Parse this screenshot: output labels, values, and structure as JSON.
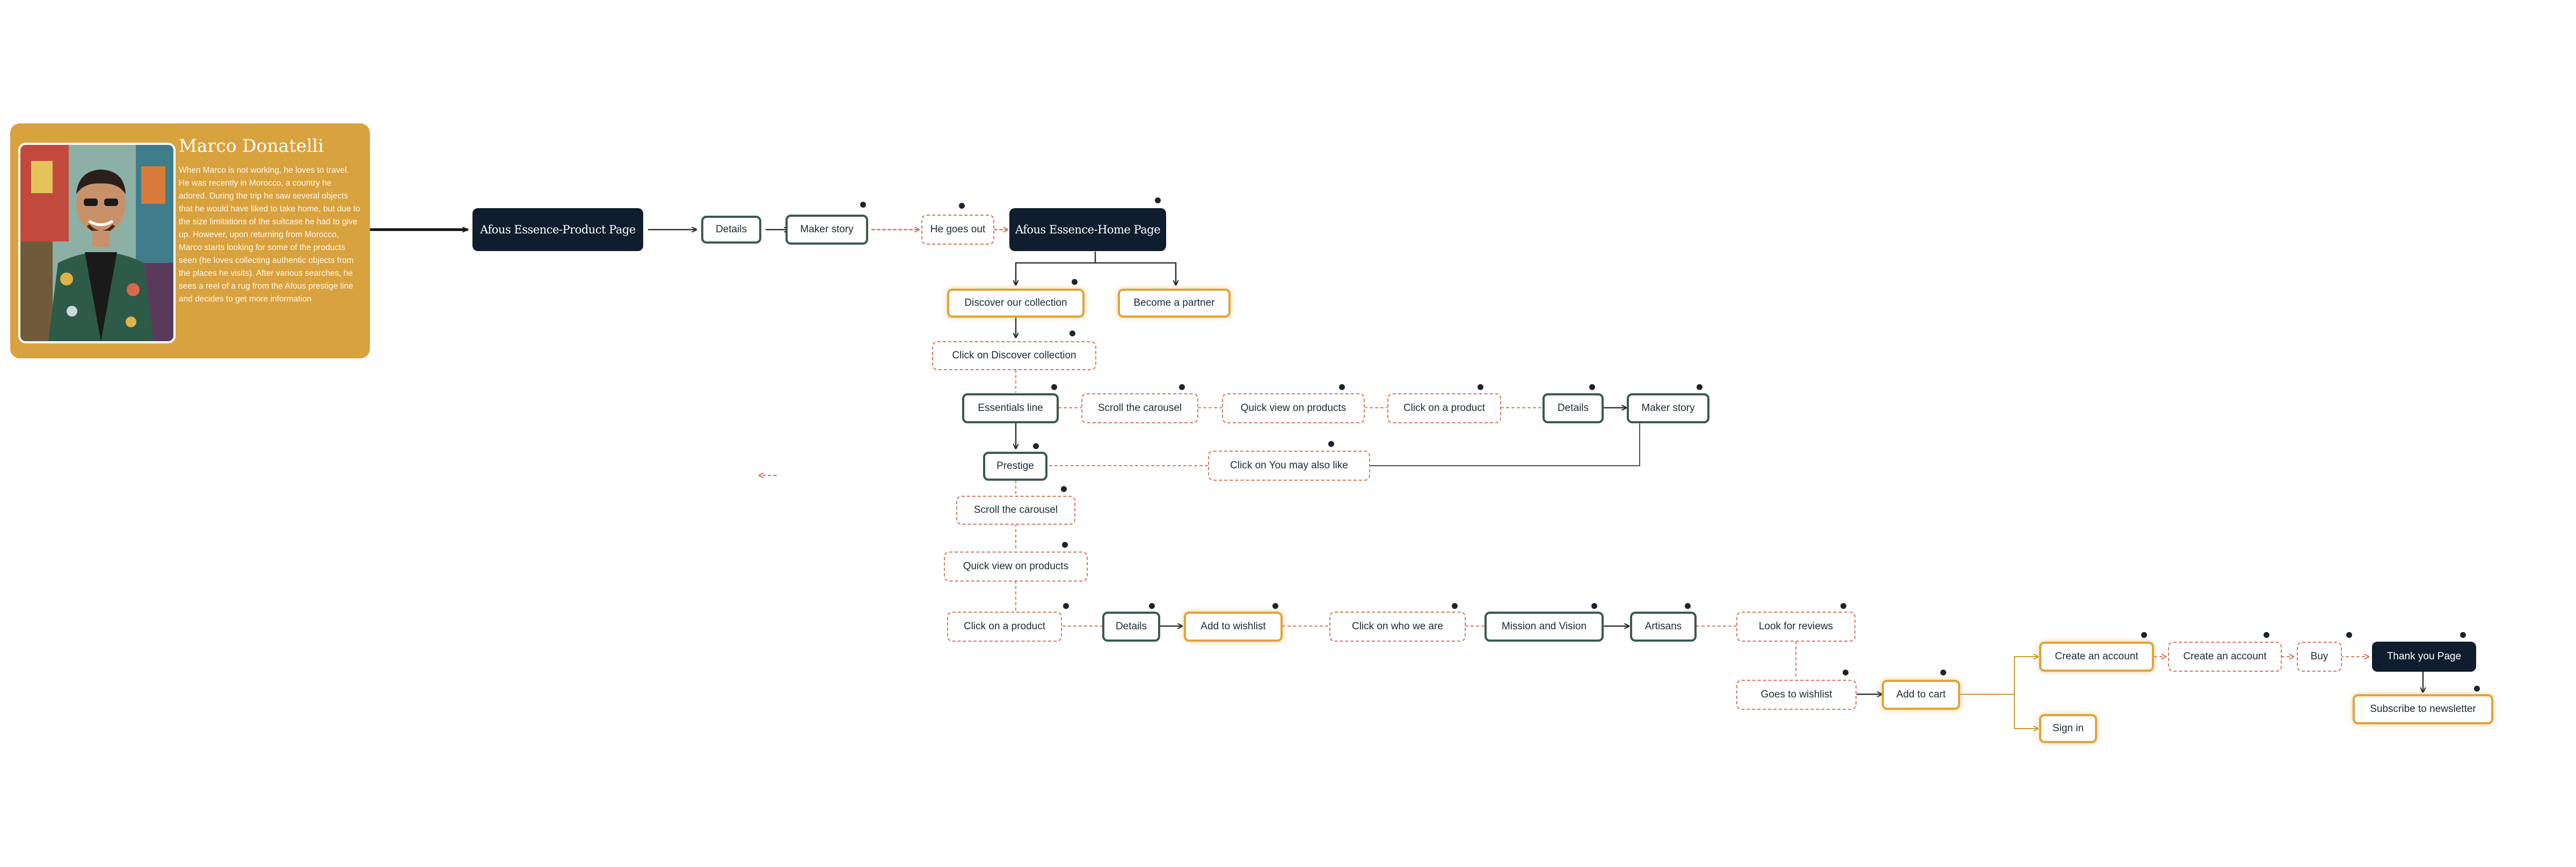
{
  "persona": {
    "name": "Marco Donatelli",
    "bio": "When Marco is not working, he loves to travel. He was recently in Morocco, a country he adored. During the trip he saw several objects that he would have liked to take home, but due to the size limitations of the suitcase he had to give up. However, upon returning from Morocco, Marco starts looking for some of the products seen (he loves collecting authentic objects from the places he visits). After various searches, he sees a reel of a rug from the Afous prestige line and decides to get more information"
  },
  "nodes": {
    "product_page": "Afous Essence-Product Page",
    "details_1": "Details",
    "maker_story_1": "Maker story",
    "he_goes_out": "He goes out",
    "home_page": "Afous Essence-Home Page",
    "discover_collection": "Discover our collection",
    "become_partner": "Become a partner",
    "click_discover": "Click on Discover collection",
    "essentials_line": "Essentials line",
    "scroll_carousel_1": "Scroll the carousel",
    "quick_view_1": "Quick view on products",
    "click_product_1": "Click on a product",
    "details_2": "Details",
    "maker_story_2": "Maker story",
    "prestige": "Prestige",
    "click_you_may_like": "Click on You may also like",
    "scroll_carousel_2": "Scroll the carousel",
    "quick_view_2": "Quick view on products",
    "click_product_2": "Click on a product",
    "details_3": "Details",
    "add_to_wishlist": "Add to wishlist",
    "click_who_we_are": "Click on who we are",
    "mission_vision": "Mission and Vision",
    "artisans": "Artisans",
    "look_reviews": "Look for reviews",
    "goes_wishlist": "Goes to wishlist",
    "add_to_cart": "Add to cart",
    "create_account_1": "Create an account",
    "create_account_2": "Create an account",
    "buy": "Buy",
    "thank_you": "Thank you Page",
    "subscribe": "Subscribe to newsletter",
    "sign_in": "Sign in"
  },
  "colors": {
    "primary_node_border": "#3b5a4f",
    "highlight_node_border": "#dea53a",
    "action_node_border": "#d4785e",
    "page_node_fill": "#0f1d2e",
    "persona_card": "#d8a23f"
  }
}
